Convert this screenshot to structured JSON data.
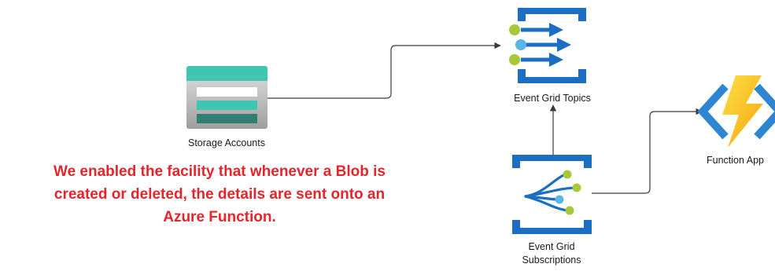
{
  "nodes": {
    "storage": {
      "label": "Storage Accounts"
    },
    "topics": {
      "label": "Event Grid Topics"
    },
    "subscriptions": {
      "label_line1": "Event Grid",
      "label_line2": "Subscriptions"
    },
    "function_app": {
      "label": "Function App"
    }
  },
  "caption": {
    "line1": "We enabled the facility that whenever a Blob is",
    "line2": "created or deleted, the details are sent onto an",
    "line3": "Azure Function."
  },
  "icons": {
    "storage": "storage-account-icon",
    "topics": "event-grid-topics-icon",
    "subscriptions": "event-grid-subscriptions-icon",
    "function_app": "function-app-icon"
  },
  "colors": {
    "azure_blue": "#1b6ec2",
    "caption_red": "#e3262b",
    "storage_teal": "#3ec6b0",
    "storage_dark_teal": "#2f7f74",
    "event_green": "#a8c83a",
    "event_light_blue": "#5ab4e5",
    "function_yellow": "#f7c11b",
    "function_blue": "#2f86d0"
  }
}
